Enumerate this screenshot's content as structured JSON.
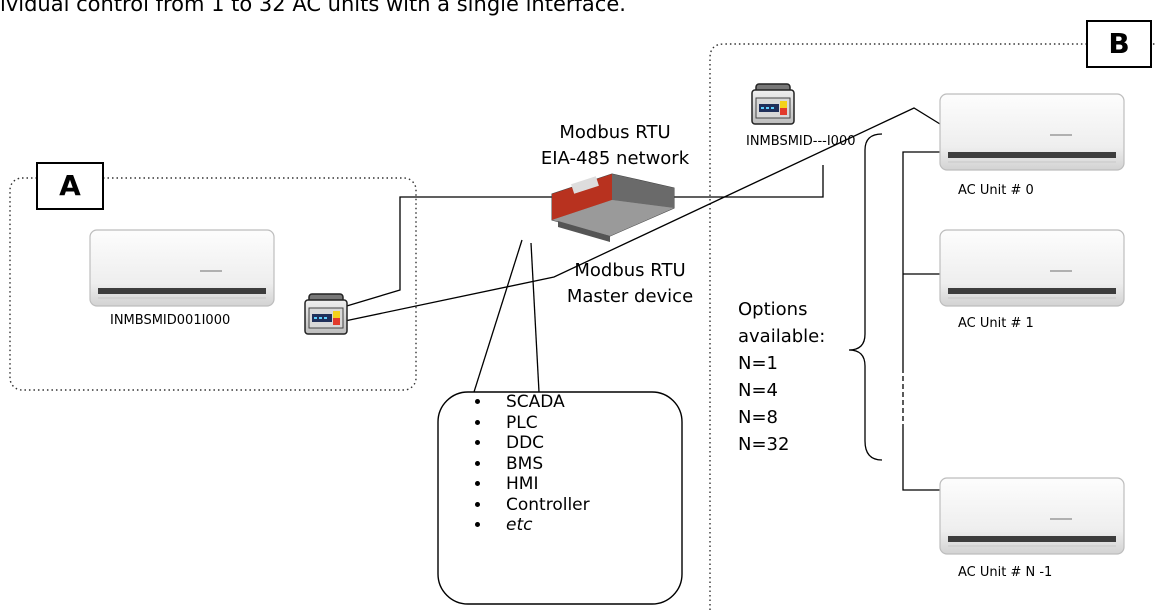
{
  "top_text": "ividual control from 1 to 32 AC units with a single interface.",
  "group_a": {
    "label": "A",
    "device_label": "INMBSMID001I000"
  },
  "group_b": {
    "label": "B",
    "device_label": "INMBSMID---I000"
  },
  "network": {
    "line1": "Modbus RTU",
    "line2": "EIA-485 network"
  },
  "master": {
    "line1": "Modbus RTU",
    "line2": "Master device"
  },
  "systems": [
    "SCADA",
    "PLC",
    "DDC",
    "BMS",
    "HMI",
    "Controller",
    "etc"
  ],
  "options": {
    "line1": "Options",
    "line2": "available:",
    "values": [
      "N=1",
      "N=4",
      "N=8",
      "N=32"
    ]
  },
  "ac_units": [
    "AC Unit # 0",
    "AC Unit # 1",
    "AC Unit # N -1"
  ]
}
